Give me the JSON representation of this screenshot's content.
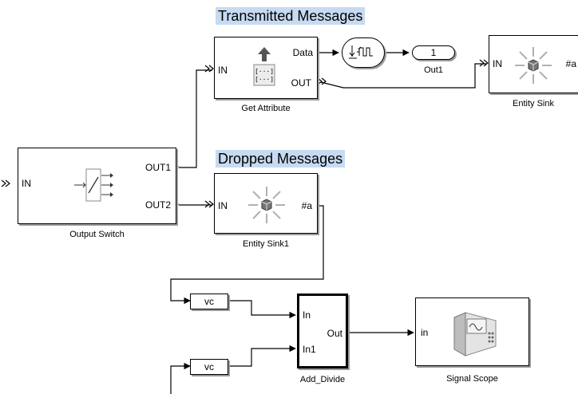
{
  "areas": {
    "transmitted": "Transmitted Messages",
    "dropped": "Dropped Messages"
  },
  "blocks": {
    "get_attribute": {
      "name": "Get Attribute",
      "in": "IN",
      "data": "Data",
      "out": "OUT"
    },
    "entity_sink": {
      "name": "Entity Sink",
      "in": "IN",
      "count": "#a"
    },
    "output_switch": {
      "name": "Output Switch",
      "in": "IN",
      "out1": "OUT1",
      "out2": "OUT2"
    },
    "entity_sink1": {
      "name": "Entity Sink1",
      "in": "IN",
      "count": "#a"
    },
    "out1": {
      "number": "1",
      "name": "Out1"
    },
    "add_divide": {
      "name": "Add_Divide",
      "in": "In",
      "in1": "In1",
      "out": "Out"
    },
    "signal_scope": {
      "name": "Signal Scope",
      "in": "in"
    },
    "from_tag_1": {
      "label": "vc"
    },
    "from_tag_2": {
      "label": "vc"
    }
  },
  "colors": {
    "area_highlight": "#c6daf2",
    "shadow": "#9a9a9a",
    "line": "#000000"
  },
  "icons": [
    "get-attribute-icon",
    "entity-sink-icon",
    "switch-icon",
    "signal-converter-icon",
    "scope-icon"
  ]
}
